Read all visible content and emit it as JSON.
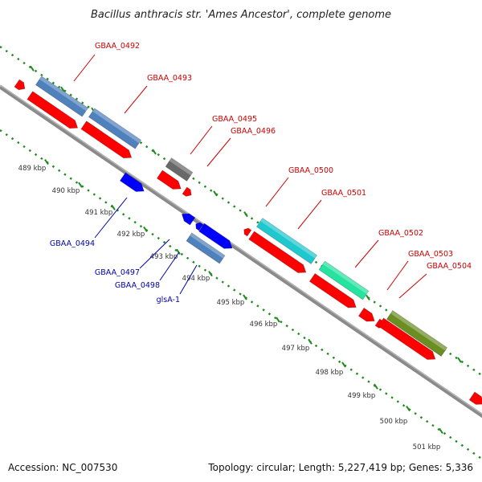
{
  "title": "Bacillus anthracis str. 'Ames Ancestor', complete genome",
  "footer": {
    "accession": "Accession: NC_007530",
    "summary": "Topology: circular; Length: 5,227,419 bp; Genes: 5,336"
  },
  "colors": {
    "cds": "#ff0000",
    "gene_forward": "#4f81bd",
    "gene_gray": "#696969",
    "gene_cyan": "#1fc8cf",
    "gene_teal": "#26e3a0",
    "gene_olive": "#6b8e23",
    "reverse_cds": "#0000ff",
    "tick": "#1f8a1f",
    "backbone": "#7a7a7a",
    "label_forward": "#cc0000",
    "label_reverse": "#0000aa"
  },
  "ticks": [
    {
      "label": "489 kbp"
    },
    {
      "label": "490 kbp"
    },
    {
      "label": "491 kbp"
    },
    {
      "label": "492 kbp"
    },
    {
      "label": "493 kbp"
    },
    {
      "label": "494 kbp"
    },
    {
      "label": "495 kbp"
    },
    {
      "label": "496 kbp"
    },
    {
      "label": "497 kbp"
    },
    {
      "label": "498 kbp"
    },
    {
      "label": "499 kbp"
    },
    {
      "label": "500 kbp"
    },
    {
      "label": "501 kbp"
    }
  ],
  "gene_labels_forward": [
    "GBAA_0492",
    "GBAA_0493",
    "GBAA_0495",
    "GBAA_0496",
    "GBAA_0500",
    "GBAA_0501",
    "GBAA_0502",
    "GBAA_0503",
    "GBAA_0504"
  ],
  "gene_labels_reverse": [
    "GBAA_0494",
    "GBAA_0497",
    "GBAA_0498",
    "glsA-1"
  ]
}
